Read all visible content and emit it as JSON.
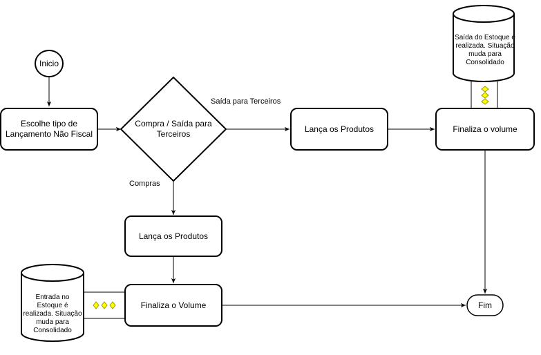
{
  "nodes": {
    "start": "Inicio",
    "choose_type": "Escolhe tipo de Lançamento Não Fiscal",
    "decision": "Compra / Saída para Terceiros",
    "launch_products_right": "Lança os Produtos",
    "finalize_right": "Finaliza o volume",
    "launch_products_bottom": "Lança os Produtos",
    "finalize_bottom": "Finaliza o Volume",
    "end": "Fim"
  },
  "databases": {
    "top_right": "Saída do Estoque é realizada. Situação muda para Consolidado",
    "bottom_left": "Entrada no Estoque é realizada. Situação muda para Consolidado"
  },
  "edges": {
    "to_third_parties": "Saída para Terceiros",
    "purchases": "Compras"
  },
  "colors": {
    "stroke": "#000000",
    "diamond_fill": "#ffff00",
    "diamond_stroke": "#999900"
  }
}
